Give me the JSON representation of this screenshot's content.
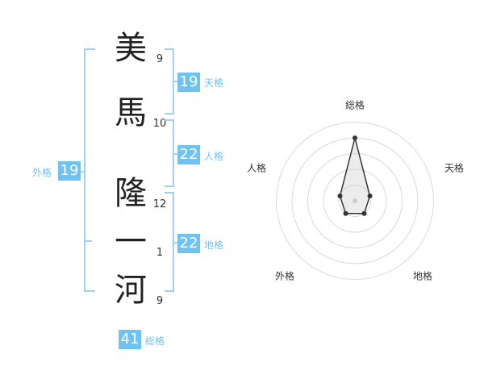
{
  "name": {
    "chars": [
      {
        "char": "美",
        "strokes": "9"
      },
      {
        "char": "馬",
        "strokes": "10"
      },
      {
        "char": "隆",
        "strokes": "12"
      },
      {
        "char": "一",
        "strokes": "1"
      },
      {
        "char": "河",
        "strokes": "9"
      }
    ]
  },
  "fortunes": {
    "tenkaku": {
      "value": "19",
      "label": "天格"
    },
    "jinkaku": {
      "value": "22",
      "label": "人格"
    },
    "chikaku": {
      "value": "22",
      "label": "地格"
    },
    "gaikaku": {
      "value": "19",
      "label": "外格"
    },
    "soukaku": {
      "value": "41",
      "label": "総格"
    }
  },
  "colors": {
    "accent": "#6fc3f2",
    "bracket": "#9fd0ef"
  },
  "chart_data": {
    "type": "radar",
    "axes": [
      "総格",
      "天格",
      "地格",
      "外格",
      "人格"
    ],
    "rings": 4,
    "values": [
      4,
      1,
      1,
      1,
      1
    ],
    "max": 4
  }
}
